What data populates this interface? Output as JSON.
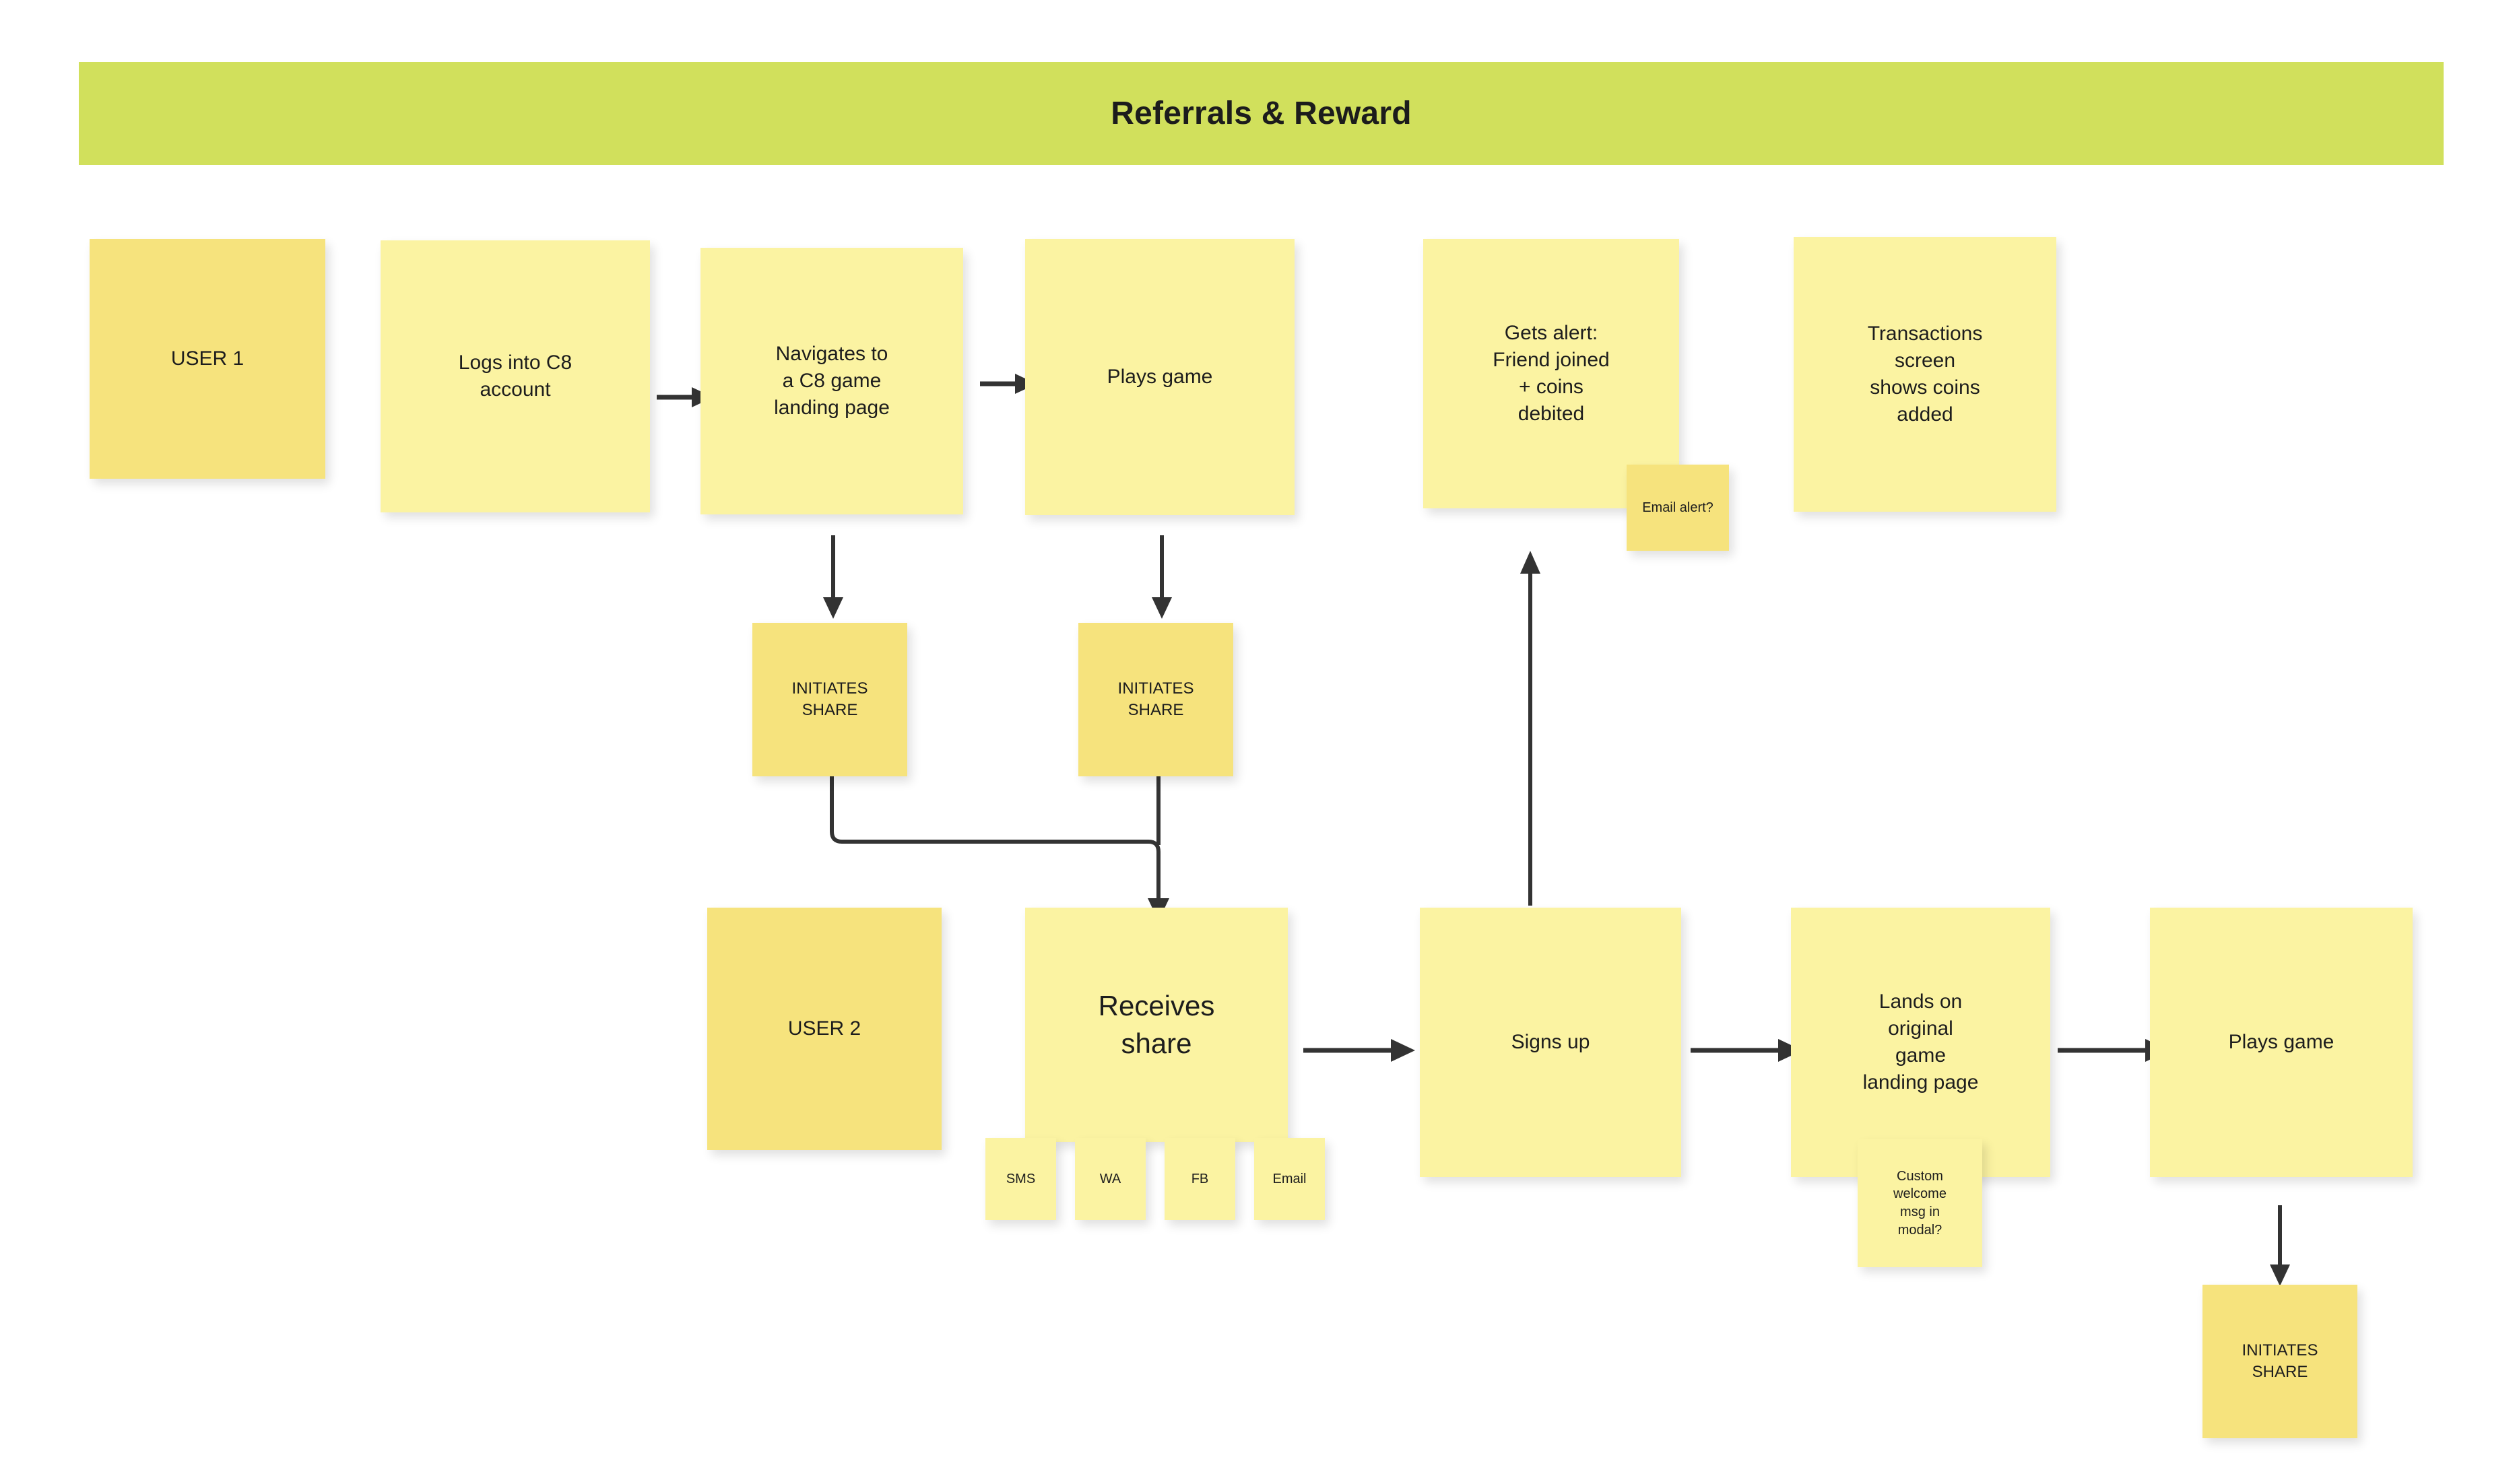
{
  "banner": {
    "title": "Referrals & Reward",
    "color": "#d1e05c"
  },
  "colors": {
    "note_dark": "#f6e37d",
    "note_light": "#fbf3a2",
    "connector": "#333333",
    "text": "#1d1d1d",
    "background": "#ffffff"
  },
  "lanes": {
    "user1_label": "USER 1",
    "user2_label": "USER 2"
  },
  "notes": {
    "user1": "USER 1",
    "logs_in": "Logs into C8\naccount",
    "navigates": "Navigates to\na C8 game\nlanding page",
    "plays_game_1": "Plays game",
    "gets_alert": "Gets alert:\nFriend joined\n+ coins\ndebited",
    "transactions": "Transactions\nscreen\nshows coins\nadded",
    "email_alert": "Email alert?",
    "initiates_share_1": "INITIATES\nSHARE",
    "initiates_share_2": "INITIATES\nSHARE",
    "user2": "USER 2",
    "receives_share": "Receives\nshare",
    "signs_up": "Signs up",
    "lands_on": "Lands on\noriginal\ngame\nlanding page",
    "custom_welcome": "Custom\nwelcome\nmsg in\nmodal?",
    "plays_game_2": "Plays game",
    "initiates_share_3": "INITIATES\nSHARE"
  },
  "share_channels": [
    {
      "label": "SMS"
    },
    {
      "label": "WA"
    },
    {
      "label": "FB"
    },
    {
      "label": "Email"
    }
  ]
}
